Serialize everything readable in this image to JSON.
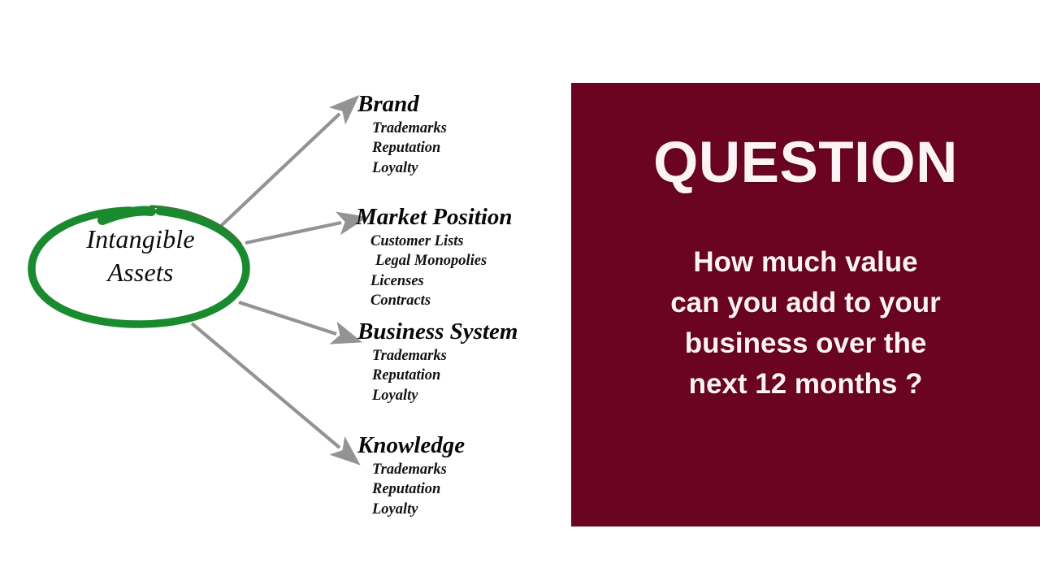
{
  "diagram": {
    "center": {
      "line1": "Intangible",
      "line2": "Assets",
      "shape": "hand-drawn-ellipse",
      "stroke_color": "#1a8a2e"
    },
    "arrow_color": "#939393",
    "branches": [
      {
        "title": "Brand",
        "items": [
          "Trademarks",
          "Reputation",
          "Loyalty"
        ]
      },
      {
        "title": "Market Position",
        "items": [
          "Customer Lists",
          "Legal Monopolies",
          "Licenses",
          "Contracts"
        ]
      },
      {
        "title": "Business System",
        "items": [
          "Trademarks",
          "Reputation",
          "Loyalty"
        ]
      },
      {
        "title": "Knowledge",
        "items": [
          "Trademarks",
          "Reputation",
          "Loyalty"
        ]
      }
    ]
  },
  "question_panel": {
    "background_color": "#6b0420",
    "text_color": "#fdf3f5",
    "heading": "QUESTION",
    "body_line1": "How much value",
    "body_line2": "can you add to your",
    "body_line3": "business over the",
    "body_line4": "next 12 months ?"
  }
}
